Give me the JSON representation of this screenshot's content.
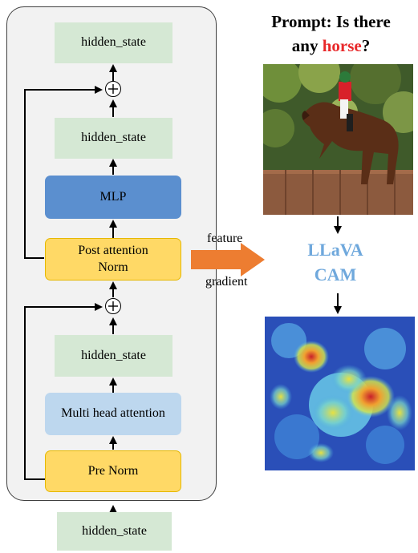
{
  "prompt": {
    "prefix": "Prompt: Is there",
    "middle": "any ",
    "highlight": "horse",
    "suffix": "?"
  },
  "block": {
    "top_hidden": "hidden_state",
    "mid_hidden": "hidden_state",
    "mlp": "MLP",
    "post_norm_line1": "Post attention",
    "post_norm_line2": "Norm",
    "attn_hidden": "hidden_state",
    "attention": "Multi head attention",
    "pre_norm": "Pre Norm",
    "input_hidden": "hidden_state"
  },
  "flow": {
    "feature": "feature",
    "gradient": "gradient",
    "arrow_color": "#ed7d31"
  },
  "model": {
    "line1": "LLaVA",
    "line2": "CAM"
  },
  "colors": {
    "green": "#d5e8d4",
    "mlp_blue": "#5b8fcf",
    "attn_blue": "#bdd7ee",
    "norm_yellow": "#ffd966",
    "prompt_highlight": "#e8282a",
    "llava": "#6fa8dc"
  }
}
